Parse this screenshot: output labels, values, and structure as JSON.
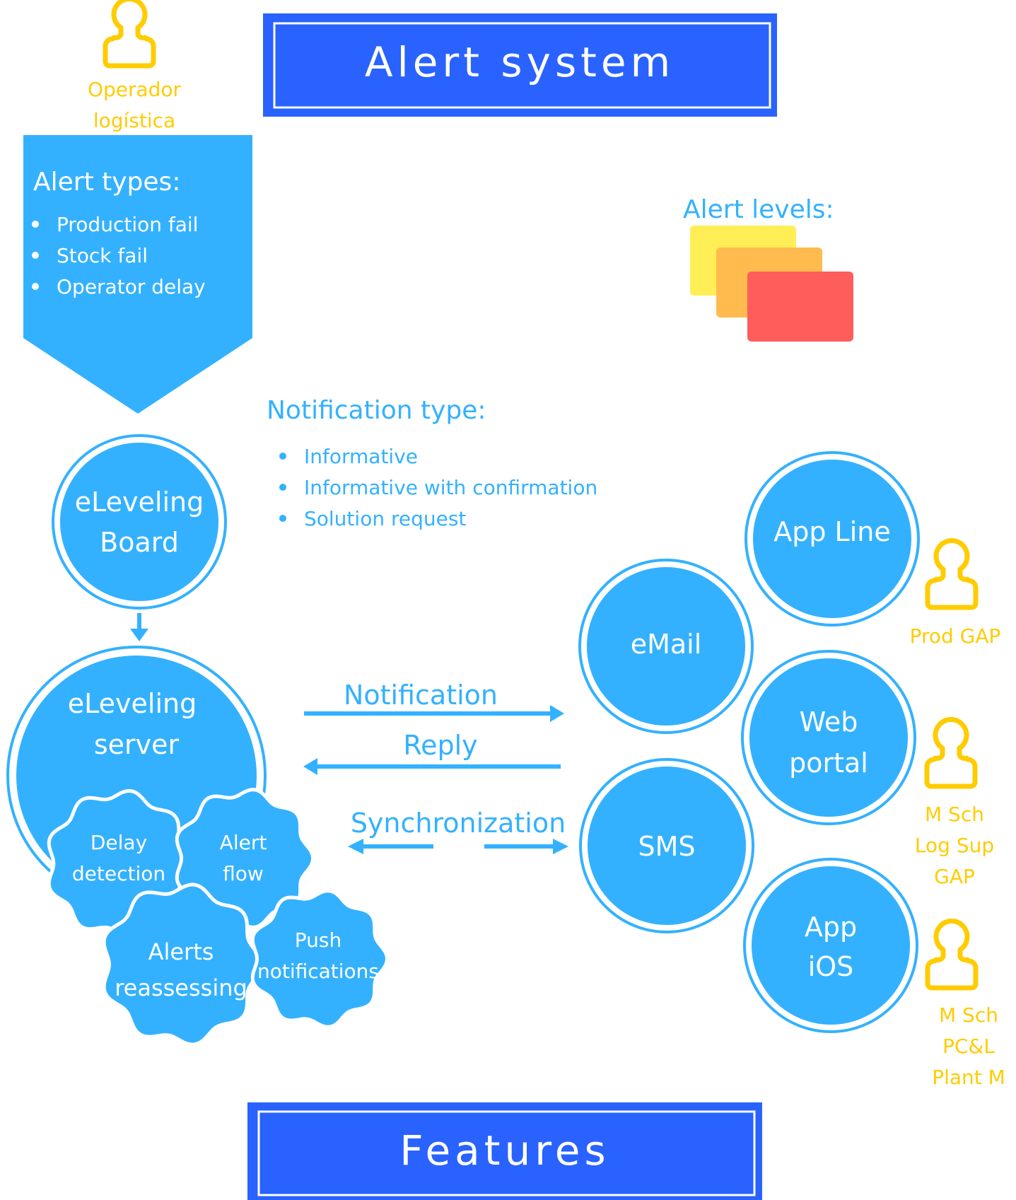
{
  "title": "Alert system",
  "footer_title": "Features",
  "operator": {
    "line1": "Operador",
    "line2": "logística"
  },
  "alert_types": {
    "heading": "Alert types:",
    "items": [
      "Production fail",
      "Stock fail",
      "Operator delay"
    ]
  },
  "alert_levels": {
    "heading": "Alert levels:",
    "colors": [
      "#ffee55",
      "#ffbb4d",
      "#ff5c5c"
    ]
  },
  "notification_type": {
    "heading": "Notification type:",
    "items": [
      "Informative",
      "Informative with confirmation",
      "Solution request"
    ]
  },
  "board": {
    "line1": "eLeveling",
    "line2": "Board"
  },
  "server": {
    "line1": "eLeveling",
    "line2": "server"
  },
  "features": {
    "delay": {
      "line1": "Delay",
      "line2": "detection"
    },
    "alert_flow": {
      "line1": "Alert",
      "line2": "flow"
    },
    "reassessing": {
      "line1": "Alerts",
      "line2": "reassessing"
    },
    "push": {
      "line1": "Push",
      "line2": "notifications"
    }
  },
  "arrows": {
    "notification": "Notification",
    "reply": "Reply",
    "synchronization": "Synchronization"
  },
  "channels": {
    "app_line": "App Line",
    "email": "eMail",
    "web": {
      "line1": "Web",
      "line2": "portal"
    },
    "sms": "SMS",
    "app_ios": {
      "line1": "App",
      "line2": "iOS"
    }
  },
  "users": {
    "prod": [
      "Prod GAP"
    ],
    "web": [
      "M Sch",
      "Log Sup",
      "GAP"
    ],
    "ios": [
      "M Sch",
      "PC&L",
      "Plant M"
    ]
  },
  "colors": {
    "banner": "#2962ff",
    "node": "#33b1ff",
    "user": "#ffcc00"
  }
}
